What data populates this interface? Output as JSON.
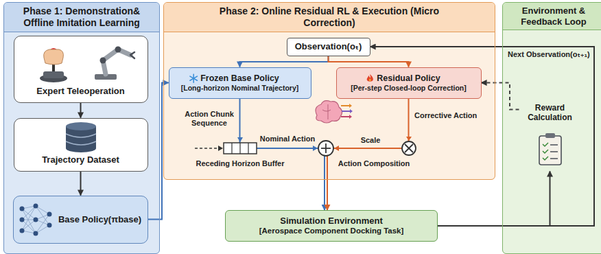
{
  "diagram": {
    "nodes": [
      {
        "text": [
          "Phase 1: Demonstration& Offline Imitation Learning"
        ]
      },
      {
        "text": [
          "Expert Teleoperation"
        ],
        "in": 0
      },
      {
        "text": [
          "Trajectory Dataset"
        ],
        "in": 0
      },
      {
        "text": [
          "Base Policy(πbase)"
        ],
        "in": 0
      },
      {
        "text": [
          "Phase 2: Online Residual RL & Execution (Micro Correction)"
        ]
      },
      {
        "text": [
          "Observation(oₜ)"
        ],
        "in": 4
      },
      {
        "text": [
          "Frozen Base Policy",
          "[Long-horizon Nominal Trajectory]"
        ],
        "in": 4
      },
      {
        "text": [
          "Residual Policy",
          "[Per-step Closed-loop Correction]"
        ],
        "in": 4
      },
      {
        "text": [
          "Simulation Environment",
          "[Aerospace Component Docking Task]"
        ]
      },
      {
        "text": [
          "Environment & Feedback Loop"
        ]
      },
      {
        "text": [
          "Reward Calculation"
        ],
        "in": 9
      }
    ],
    "edges": [
      {
        "from": 1,
        "to": 2,
        "arrow": "to"
      },
      {
        "from": 2,
        "to": 3,
        "arrow": "to"
      },
      {
        "from": 3,
        "to": 6,
        "arrow": "to"
      },
      {
        "from": 5,
        "to": 6,
        "arrow": "to"
      },
      {
        "from": 5,
        "to": 7,
        "arrow": "to"
      },
      {
        "from": 6,
        "to": 8,
        "arrow": "to"
      },
      {
        "from": 7,
        "to": 8,
        "arrow": "to"
      },
      {
        "from": 8,
        "to": 5,
        "arrow": "to",
        "label": "Next Observation(oₜ₊₁)"
      },
      {
        "from": 8,
        "to": 10,
        "arrow": "to"
      },
      {
        "from": 10,
        "to": 7,
        "arrow": "to"
      }
    ],
    "labels": [
      "Action Chunk Sequence",
      "Nominal Action",
      "Receding Horizon Buffer",
      "Corrective Action",
      "Scale",
      "Action Composition"
    ]
  }
}
